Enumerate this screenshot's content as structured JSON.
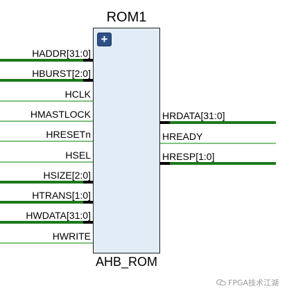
{
  "block": {
    "title": "ROM1",
    "type_label": "AHB_ROM",
    "expand_symbol": "+",
    "fill_color": "#e2ecf6",
    "button_color": "#2c4f86"
  },
  "colors": {
    "bus_wire": "#1a7a1a",
    "single_wire": "#2e9e2e",
    "bus_stub": "#000000"
  },
  "ports": {
    "inputs": [
      {
        "name": "HADDR[31:0]",
        "bus": true
      },
      {
        "name": "HBURST[2:0]",
        "bus": true
      },
      {
        "name": "HCLK",
        "bus": false
      },
      {
        "name": "HMASTLOCK",
        "bus": false
      },
      {
        "name": "HRESETn",
        "bus": false
      },
      {
        "name": "HSEL",
        "bus": false
      },
      {
        "name": "HSIZE[2:0]",
        "bus": true
      },
      {
        "name": "HTRANS[1:0]",
        "bus": true
      },
      {
        "name": "HWDATA[31:0]",
        "bus": true
      },
      {
        "name": "HWRITE",
        "bus": false
      }
    ],
    "outputs": [
      {
        "name": "HRDATA[31:0]",
        "bus": true
      },
      {
        "name": "HREADY",
        "bus": false
      },
      {
        "name": "HRESP[1:0]",
        "bus": true
      }
    ]
  },
  "watermark": {
    "text": "FPGA技术江湖",
    "icon": "wechat-icon"
  }
}
